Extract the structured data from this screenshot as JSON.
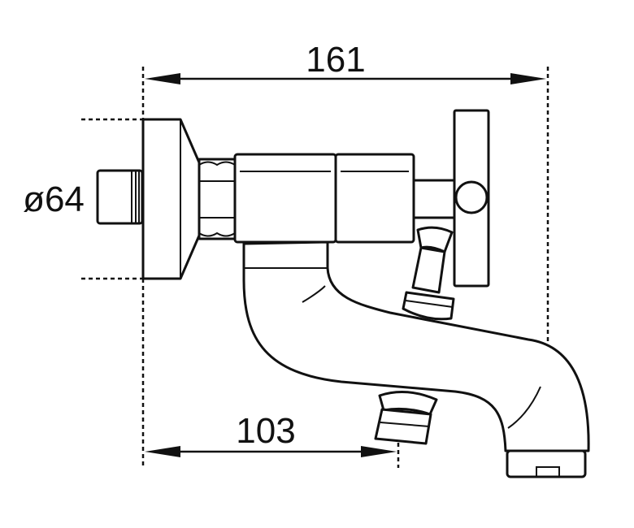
{
  "dimensions": {
    "overall_width": "161",
    "diameter": "ø64",
    "spout_reach": "103"
  },
  "colors": {
    "line": "#111111",
    "background": "#ffffff"
  }
}
